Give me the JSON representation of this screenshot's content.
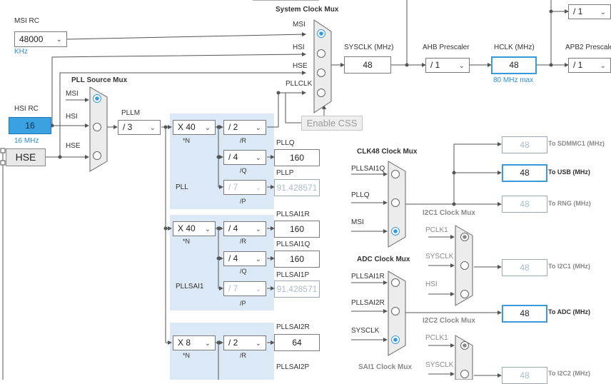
{
  "muxes": {
    "system_clock": {
      "title": "System Clock Mux",
      "inputs": [
        "MSI",
        "HSI",
        "HSE",
        "PLLCLK"
      ]
    },
    "pll_source": {
      "title": "PLL Source Mux",
      "inputs": [
        "MSI",
        "HSI",
        "HSE"
      ]
    },
    "clk48": {
      "title": "CLK48 Clock Mux",
      "inputs": [
        "PLLSAI1Q",
        "PLLQ",
        "MSI"
      ]
    },
    "i2c1": {
      "title": "I2C1 Clock Mux",
      "inputs": [
        "PCLK1",
        "SYSCLK",
        "HSI"
      ]
    },
    "adc": {
      "title": "ADC Clock Mux",
      "inputs": [
        "PLLSAI1R",
        "PLLSAI2R",
        "SYSCLK"
      ]
    },
    "i2c2": {
      "title": "I2C2 Clock Mux",
      "inputs": [
        "PCLK1",
        "SYSCLK"
      ]
    },
    "sai1": {
      "title": "SAI1 Clock Mux"
    }
  },
  "msi": {
    "label": "MSI RC",
    "value": "48000",
    "unit": "KHz"
  },
  "hsi": {
    "label": "HSI RC",
    "value": "16",
    "freq": "16 MHz"
  },
  "hse": {
    "label": "HSE"
  },
  "pllm": {
    "label": "PLLM",
    "value": "/ 3"
  },
  "sysclk": {
    "label": "SYSCLK (MHz)",
    "value": "48"
  },
  "ahb": {
    "label": "AHB Prescaler",
    "value": "/ 1"
  },
  "hclk": {
    "label": "HCLK (MHz)",
    "value": "48",
    "max": "80 MHz max"
  },
  "apb2": {
    "label": "APB2 Prescale",
    "value": "/ 1"
  },
  "top_right_div": "/ 1",
  "enable_css": "Enable CSS",
  "pll": {
    "name": "PLL",
    "n": "X 40",
    "n_label": "*N",
    "r": "/ 2",
    "r_label": "/R",
    "q": "/ 4",
    "q_label": "/Q",
    "p": "/ 7",
    "p_label": "/P",
    "q_out_label": "PLLQ",
    "q_out": "160",
    "p_out_label": "PLLP",
    "p_out": "91.428571"
  },
  "pllsai1": {
    "name": "PLLSAI1",
    "n": "X 40",
    "n_label": "*N",
    "r": "/ 4",
    "r_label": "/R",
    "q": "/ 4",
    "q_label": "/Q",
    "p": "/ 7",
    "p_label": "/P",
    "r_out_label": "PLLSAI1R",
    "r_out": "160",
    "q_out_label": "PLLSAI1Q",
    "q_out": "160",
    "p_out_label": "PLLSAI1P",
    "p_out": "91.428571"
  },
  "pllsai2": {
    "n": "X 8",
    "n_label": "*N",
    "r": "/ 2",
    "r_label": "/R",
    "r_out_label": "PLLSAI2R",
    "r_out": "64",
    "p_out_label": "PLLSAI2P"
  },
  "outputs": {
    "sdmmc": {
      "value": "48",
      "label": "To SDMMC1 (MHz)"
    },
    "usb": {
      "value": "48",
      "label": "To USB (MHz)"
    },
    "rng": {
      "value": "48",
      "label": "To RNG (MHz)"
    },
    "i2c1": {
      "value": "48",
      "label": "To I2C1 (MHz)"
    },
    "adc": {
      "value": "48",
      "label": "To ADC (MHz)"
    },
    "i2c2": {
      "value": "48",
      "label": "To I2C2 (MHz)"
    }
  },
  "colors": {
    "accent": "#3a9ad9",
    "panel": "#dbe8f5",
    "hsi_fill": "#3aa2e0"
  }
}
